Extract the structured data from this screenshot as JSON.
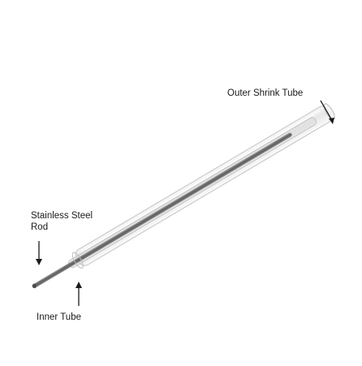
{
  "labels": {
    "outer_shrink_tube": "Outer Shrink Tube",
    "stainless_steel_rod_line1": "Stainless Steel",
    "stainless_steel_rod_line2": "Rod",
    "inner_tube": "Inner Tube"
  },
  "colors": {
    "background": "#ffffff",
    "text": "#1a1a1a",
    "rod": "#6f6f6f",
    "tube_outline": "#b9b9b9",
    "tube_fill": "#ececec"
  }
}
